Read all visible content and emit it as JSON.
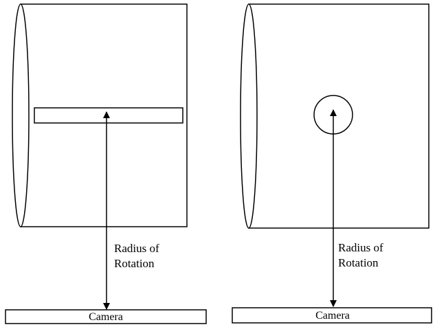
{
  "panels": [
    {
      "source_shape": "line",
      "radius_label_line1": "Radius of",
      "radius_label_line2": "Rotation",
      "camera_label": "Camera"
    },
    {
      "source_shape": "circle",
      "radius_label_line1": "Radius of",
      "radius_label_line2": "Rotation",
      "camera_label": "Camera"
    }
  ]
}
